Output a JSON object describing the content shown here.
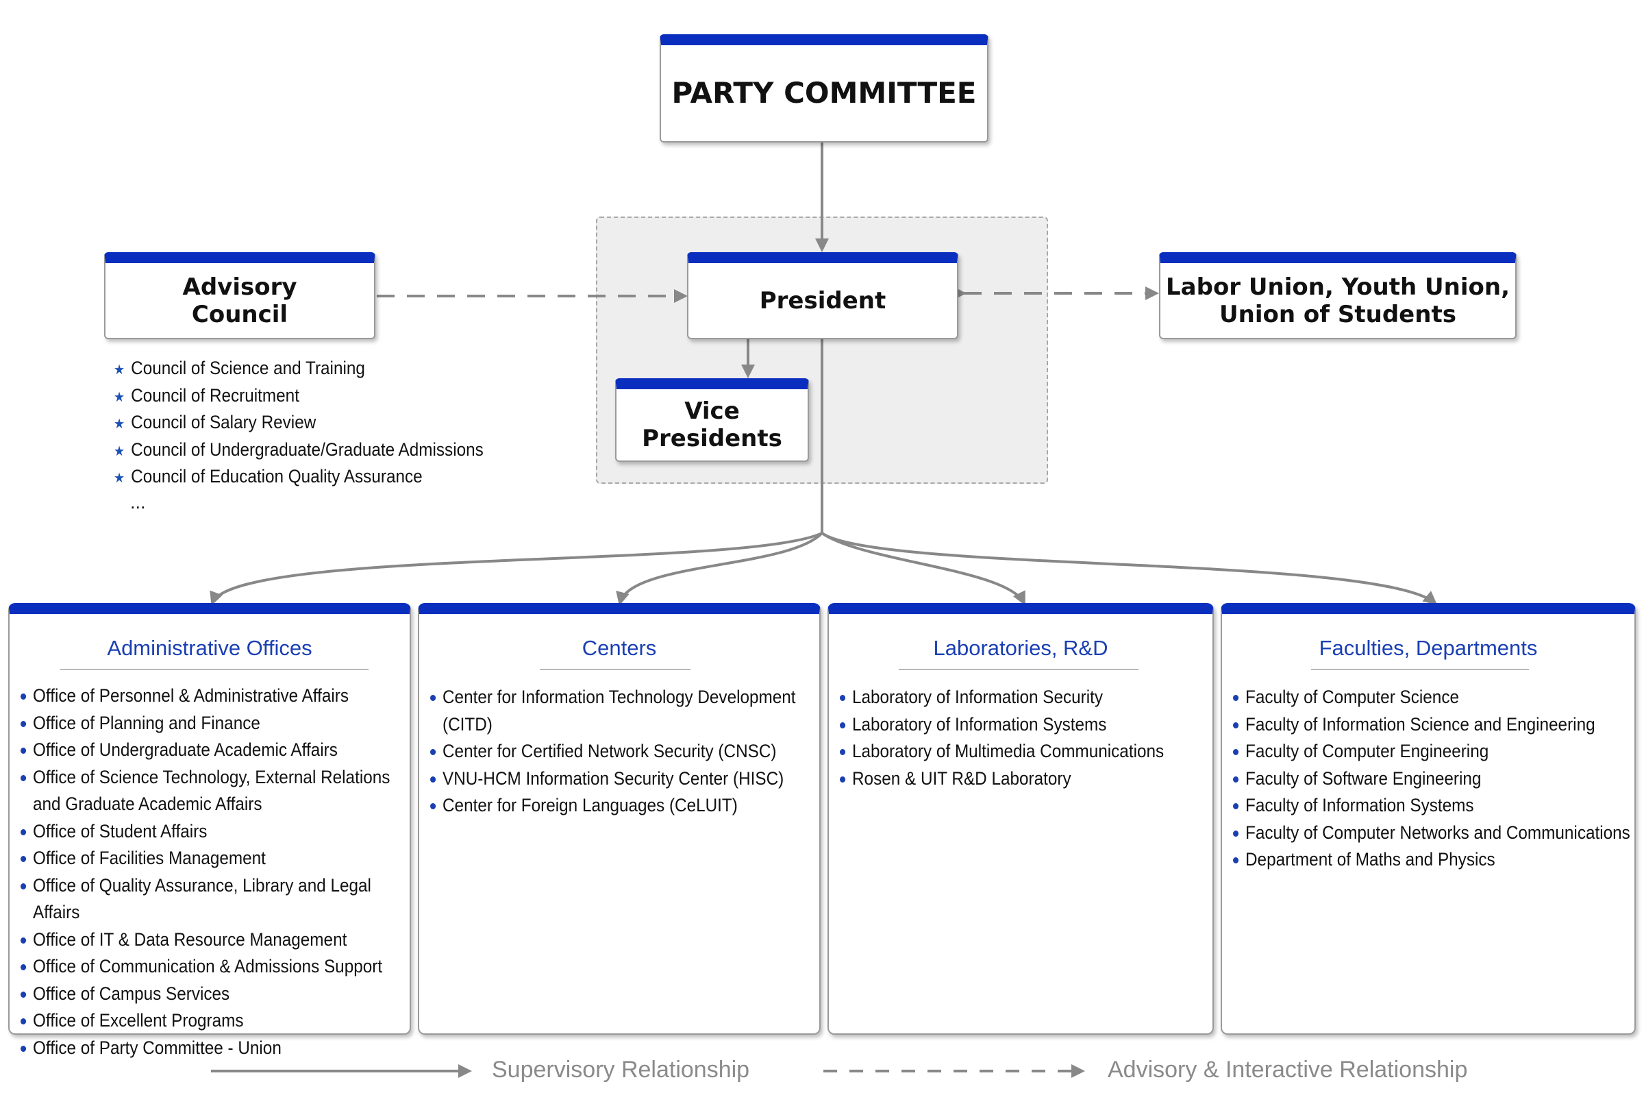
{
  "party_committee": "PARTY COMMITTEE",
  "president": "President",
  "vice_presidents": [
    "Vice",
    "Presidents"
  ],
  "advisory_council": [
    "Advisory",
    "Council"
  ],
  "unions": [
    "Labor Union, Youth Union,",
    "Union of Students"
  ],
  "advisory_items": [
    "Council of Science and Training",
    "Council of Recruitment",
    "Council of Salary Review",
    "Council of Undergraduate/Graduate Admissions",
    "Council of Education Quality Assurance"
  ],
  "advisory_ellipsis": "...",
  "panels": [
    {
      "title": "Administrative Offices",
      "items": [
        "Office of Personnel & Administrative Affairs",
        "Office of Planning and Finance",
        "Office of Undergraduate Academic Affairs",
        "Office of Science Technology, External Relations and Graduate Academic Affairs",
        "Office of Student Affairs",
        "Office of Facilities Management",
        "Office of Quality Assurance, Library and Legal Affairs",
        "Office of IT & Data Resource Management",
        "Office of Communication & Admissions Support",
        "Office of Campus Services",
        "Office of Excellent Programs",
        "Office of Party Committee - Union"
      ]
    },
    {
      "title": "Centers",
      "items": [
        "Center for Information Technology Development (CITD)",
        "Center for Certified Network Security (CNSC)",
        "VNU-HCM Information Security Center (HISC)",
        "Center for Foreign Languages (CeLUIT)"
      ]
    },
    {
      "title": "Laboratories, R&D",
      "items": [
        "Laboratory of Information Security",
        "Laboratory of Information Systems",
        "Laboratory of Multimedia Communications",
        "Rosen & UIT R&D Laboratory"
      ]
    },
    {
      "title": "Faculties, Departments",
      "items": [
        "Faculty of Computer Science",
        "Faculty of Information Science and Engineering",
        "Faculty of Computer Engineering",
        "Faculty of Software Engineering",
        "Faculty of Information Systems",
        "Faculty of Computer Networks and Communications",
        "Department of Maths and Physics"
      ]
    }
  ],
  "legend": {
    "supervisory": "Supervisory Relationship",
    "advisory": "Advisory & Interactive Relationship"
  },
  "colors": {
    "accent_blue": "#0a2fbf",
    "title_blue": "#1a3fb3",
    "connector_gray": "#888888"
  }
}
